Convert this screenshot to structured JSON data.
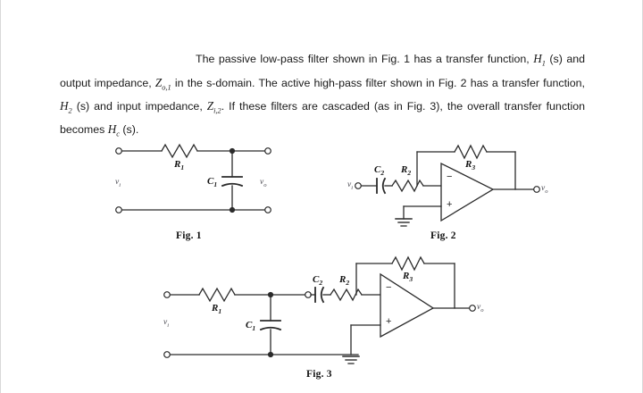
{
  "document": {
    "type": "textbook-problem-figure",
    "background_color": "#ffffff",
    "ink_color": "#222222",
    "paragraph": {
      "s1": "The passive low-pass filter shown in Fig. 1 has a transfer function, ",
      "v_h1": "H",
      "v_h1_sub": "1",
      "s2": " (s) and output impedance, ",
      "v_z01": "Z",
      "v_z01_sub": "o,1",
      "s3": " in the s-domain. The active high-pass filter shown in Fig. 2 has a transfer function, ",
      "v_h2": "H",
      "v_h2_sub": "2",
      "s4": " (s) and input impedance, ",
      "v_zi2": "Z",
      "v_zi2_sub": "i,2",
      "s5": ". If these filters are cascaded (as in Fig. 3), the overall transfer function becomes ",
      "v_hc": "H",
      "v_hc_sub": "c",
      "s6": " (s)."
    }
  },
  "figures": [
    {
      "id": "fig1",
      "caption": "Fig. 1",
      "description": "passive RC low-pass filter: series resistor R1, shunt capacitor C1",
      "input_label": "v",
      "input_sub": "i",
      "output_label": "v",
      "output_sub": "o",
      "components": [
        {
          "name": "resistor",
          "label": "R",
          "sub": "1"
        },
        {
          "name": "capacitor",
          "label": "C",
          "sub": "1"
        }
      ]
    },
    {
      "id": "fig2",
      "caption": "Fig. 2",
      "description": "active high-pass filter: series C2 and R2 into inverting op-amp input, feedback resistor R3, non-inverting input grounded",
      "input_label": "v",
      "input_sub": "i",
      "output_label": "v",
      "output_sub": "o",
      "opamp": {
        "inverting_sign": "−",
        "noninverting_sign": "+"
      },
      "components": [
        {
          "name": "capacitor",
          "label": "C",
          "sub": "2"
        },
        {
          "name": "resistor",
          "label": "R",
          "sub": "2"
        },
        {
          "name": "feedback-resistor",
          "label": "R",
          "sub": "3"
        }
      ]
    },
    {
      "id": "fig3",
      "caption": "Fig. 3",
      "description": "cascade of the Fig. 1 RC low-pass stage into the Fig. 2 active high-pass stage",
      "input_label": "v",
      "input_sub": "i",
      "output_label": "v",
      "output_sub": "o",
      "opamp": {
        "inverting_sign": "−",
        "noninverting_sign": "+"
      },
      "components": [
        {
          "name": "resistor",
          "label": "R",
          "sub": "1"
        },
        {
          "name": "capacitor",
          "label": "C",
          "sub": "1"
        },
        {
          "name": "capacitor",
          "label": "C",
          "sub": "2"
        },
        {
          "name": "resistor",
          "label": "R",
          "sub": "2"
        },
        {
          "name": "feedback-resistor",
          "label": "R",
          "sub": "3"
        }
      ]
    }
  ]
}
